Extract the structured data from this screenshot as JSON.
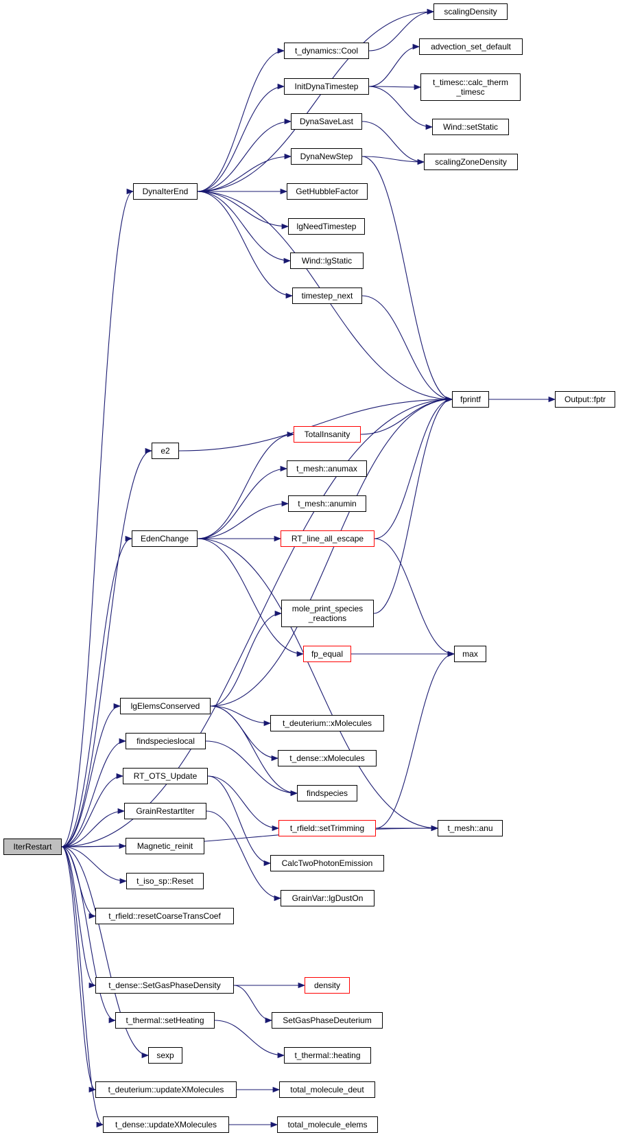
{
  "colors": {
    "edge": "#191970",
    "node_border": "#000000",
    "node_border_truncated": "#ff0000",
    "root_fill": "#bfbfbf",
    "node_fill": "#ffffff"
  },
  "nodes": {
    "IterRestart": "IterRestart",
    "DynaIterEnd": "DynaIterEnd",
    "scalingDensity": "scalingDensity",
    "t_dynamics_Cool": "t_dynamics::Cool",
    "advection_set_default": "advection_set_default",
    "InitDynaTimestep": "InitDynaTimestep",
    "t_timesc_calc_therm_timesc": "t_timesc::calc_therm\n_timesc",
    "Wind_setStatic": "Wind::setStatic",
    "DynaSaveLast": "DynaSaveLast",
    "DynaNewStep": "DynaNewStep",
    "scalingZoneDensity": "scalingZoneDensity",
    "GetHubbleFactor": "GetHubbleFactor",
    "lgNeedTimestep": "lgNeedTimestep",
    "Wind_lgStatic": "Wind::lgStatic",
    "timestep_next": "timestep_next",
    "fprintf": "fprintf",
    "Output_fptr": "Output::fptr",
    "e2": "e2",
    "TotalInsanity": "TotalInsanity",
    "t_mesh_anumax": "t_mesh::anumax",
    "t_mesh_anumin": "t_mesh::anumin",
    "EdenChange": "EdenChange",
    "RT_line_all_escape": "RT_line_all_escape",
    "mole_print_species_reactions": "mole_print_species\n_reactions",
    "fp_equal": "fp_equal",
    "max": "max",
    "lgElemsConserved": "lgElemsConserved",
    "t_deuterium_xMolecules": "t_deuterium::xMolecules",
    "findspecieslocal": "findspecieslocal",
    "t_dense_xMolecules": "t_dense::xMolecules",
    "RT_OTS_Update": "RT_OTS_Update",
    "findspecies": "findspecies",
    "GrainRestartIter": "GrainRestartIter",
    "t_rfield_setTrimming": "t_rfield::setTrimming",
    "t_mesh_anu": "t_mesh::anu",
    "Magnetic_reinit": "Magnetic_reinit",
    "CalcTwoPhotonEmission": "CalcTwoPhotonEmission",
    "t_iso_sp_Reset": "t_iso_sp::Reset",
    "GrainVar_lgDustOn": "GrainVar::lgDustOn",
    "t_rfield_resetCoarseTransCoef": "t_rfield::resetCoarseTransCoef",
    "t_dense_SetGasPhaseDensity": "t_dense::SetGasPhaseDensity",
    "density": "density",
    "SetGasPhaseDeuterium": "SetGasPhaseDeuterium",
    "t_thermal_setHeating": "t_thermal::setHeating",
    "t_thermal_heating": "t_thermal::heating",
    "sexp": "sexp",
    "t_deuterium_updateXMolecules": "t_deuterium::updateXMolecules",
    "total_molecule_deut": "total_molecule_deut",
    "t_dense_updateXMolecules": "t_dense::updateXMolecules",
    "total_molecule_elems": "total_molecule_elems"
  },
  "truncated_nodes": [
    "TotalInsanity",
    "RT_line_all_escape",
    "fp_equal",
    "t_rfield_setTrimming",
    "density"
  ],
  "edges": [
    [
      "IterRestart",
      "DynaIterEnd"
    ],
    [
      "IterRestart",
      "fprintf"
    ],
    [
      "IterRestart",
      "e2"
    ],
    [
      "IterRestart",
      "EdenChange"
    ],
    [
      "IterRestart",
      "lgElemsConserved"
    ],
    [
      "IterRestart",
      "findspecieslocal"
    ],
    [
      "IterRestart",
      "RT_OTS_Update"
    ],
    [
      "IterRestart",
      "GrainRestartIter"
    ],
    [
      "IterRestart",
      "Magnetic_reinit"
    ],
    [
      "IterRestart",
      "t_iso_sp_Reset"
    ],
    [
      "IterRestart",
      "t_rfield_resetCoarseTransCoef"
    ],
    [
      "IterRestart",
      "t_mesh_anu"
    ],
    [
      "IterRestart",
      "t_dense_SetGasPhaseDensity"
    ],
    [
      "IterRestart",
      "t_thermal_setHeating"
    ],
    [
      "IterRestart",
      "sexp"
    ],
    [
      "IterRestart",
      "t_deuterium_updateXMolecules"
    ],
    [
      "IterRestart",
      "t_dense_updateXMolecules"
    ],
    [
      "DynaIterEnd",
      "scalingDensity"
    ],
    [
      "DynaIterEnd",
      "t_dynamics_Cool"
    ],
    [
      "DynaIterEnd",
      "InitDynaTimestep"
    ],
    [
      "DynaIterEnd",
      "DynaSaveLast"
    ],
    [
      "DynaIterEnd",
      "DynaNewStep"
    ],
    [
      "DynaIterEnd",
      "GetHubbleFactor"
    ],
    [
      "DynaIterEnd",
      "lgNeedTimestep"
    ],
    [
      "DynaIterEnd",
      "Wind_lgStatic"
    ],
    [
      "DynaIterEnd",
      "timestep_next"
    ],
    [
      "DynaIterEnd",
      "fprintf"
    ],
    [
      "t_dynamics_Cool",
      "scalingDensity"
    ],
    [
      "InitDynaTimestep",
      "advection_set_default"
    ],
    [
      "InitDynaTimestep",
      "t_timesc_calc_therm_timesc"
    ],
    [
      "InitDynaTimestep",
      "Wind_setStatic"
    ],
    [
      "DynaSaveLast",
      "scalingZoneDensity"
    ],
    [
      "DynaNewStep",
      "scalingZoneDensity"
    ],
    [
      "DynaNewStep",
      "fprintf"
    ],
    [
      "timestep_next",
      "fprintf"
    ],
    [
      "fprintf",
      "Output_fptr"
    ],
    [
      "e2",
      "fprintf"
    ],
    [
      "TotalInsanity",
      "fprintf"
    ],
    [
      "EdenChange",
      "TotalInsanity"
    ],
    [
      "EdenChange",
      "t_mesh_anumax"
    ],
    [
      "EdenChange",
      "t_mesh_anumin"
    ],
    [
      "EdenChange",
      "RT_line_all_escape"
    ],
    [
      "EdenChange",
      "fp_equal"
    ],
    [
      "EdenChange",
      "t_mesh_anu"
    ],
    [
      "RT_line_all_escape",
      "fprintf"
    ],
    [
      "RT_line_all_escape",
      "max"
    ],
    [
      "mole_print_species_reactions",
      "fprintf"
    ],
    [
      "fp_equal",
      "max"
    ],
    [
      "lgElemsConserved",
      "fprintf"
    ],
    [
      "lgElemsConserved",
      "mole_print_species_reactions"
    ],
    [
      "lgElemsConserved",
      "t_deuterium_xMolecules"
    ],
    [
      "lgElemsConserved",
      "t_dense_xMolecules"
    ],
    [
      "lgElemsConserved",
      "findspecies"
    ],
    [
      "findspecieslocal",
      "findspecies"
    ],
    [
      "RT_OTS_Update",
      "t_rfield_setTrimming"
    ],
    [
      "RT_OTS_Update",
      "CalcTwoPhotonEmission"
    ],
    [
      "t_rfield_setTrimming",
      "max"
    ],
    [
      "t_rfield_setTrimming",
      "t_mesh_anu"
    ],
    [
      "GrainRestartIter",
      "GrainVar_lgDustOn"
    ],
    [
      "t_dense_SetGasPhaseDensity",
      "density"
    ],
    [
      "t_dense_SetGasPhaseDensity",
      "SetGasPhaseDeuterium"
    ],
    [
      "t_thermal_setHeating",
      "t_thermal_heating"
    ],
    [
      "t_deuterium_updateXMolecules",
      "total_molecule_deut"
    ],
    [
      "t_dense_updateXMolecules",
      "total_molecule_elems"
    ]
  ]
}
